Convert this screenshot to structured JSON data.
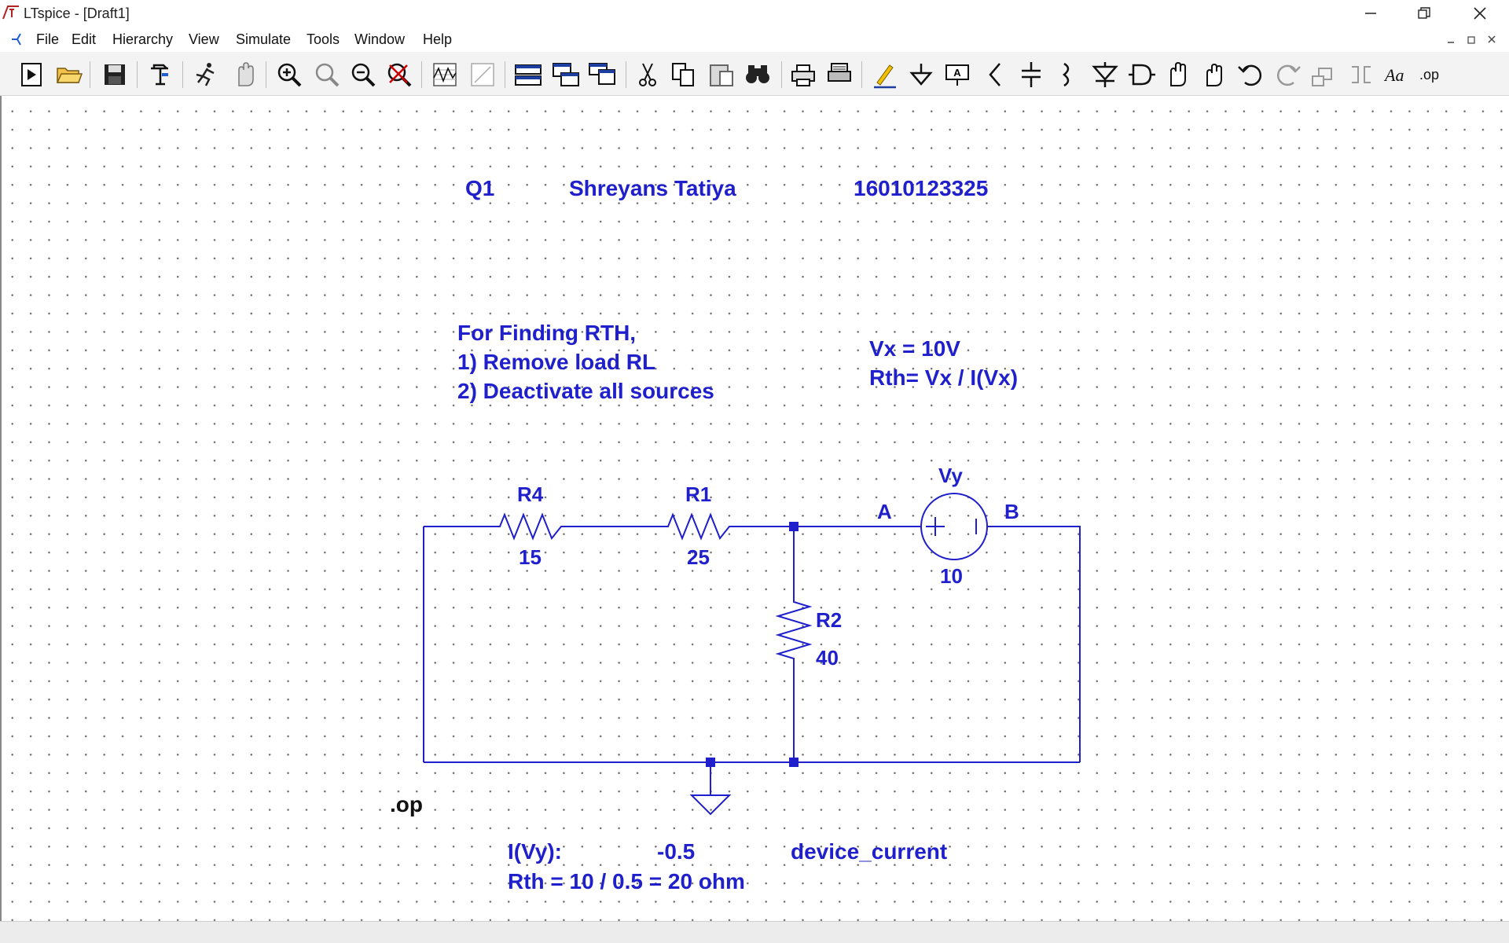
{
  "window": {
    "title": "LTspice - [Draft1]"
  },
  "menu": {
    "items": [
      "File",
      "Edit",
      "Hierarchy",
      "View",
      "Simulate",
      "Tools",
      "Window",
      "Help"
    ]
  },
  "toolbar": {
    "icons": [
      "new-schematic-icon",
      "open-icon",
      "save-icon",
      "control-panel-icon",
      "run-icon",
      "halt-icon",
      "zoom-in-icon",
      "zoom-fit-icon",
      "zoom-out-icon",
      "zoom-cancel-icon",
      "waveform-icon",
      "autorange-icon",
      "tile-horizontal-icon",
      "cascade-icon",
      "tile-vertical-icon",
      "cut-icon",
      "copy-icon",
      "paste-icon",
      "find-icon",
      "print-icon",
      "print-setup-icon",
      "draw-wire-icon",
      "ground-icon",
      "label-net-icon",
      "resistor-icon",
      "capacitor-icon",
      "inductor-icon",
      "diode-icon",
      "component-icon",
      "move-icon",
      "drag-icon",
      "undo-icon",
      "redo-icon",
      "rotate-icon",
      "mirror-icon",
      "text-icon",
      "spice-directive-icon"
    ]
  },
  "colors": {
    "schematic_ink": "#1f1fcc",
    "directive_ink": "#111111",
    "grid_dot": "#6e6e6e"
  },
  "schematic": {
    "header": {
      "question": "Q1",
      "name": "Shreyans Tatiya",
      "roll": "16010123325"
    },
    "notes": {
      "line1": "For Finding RTH,",
      "line2": "1) Remove load RL",
      "line3": "2) Deactivate all sources"
    },
    "formula": {
      "line1": "Vx = 10V",
      "line2": "Rth= Vx / I(Vx)"
    },
    "components": {
      "r4": {
        "name": "R4",
        "value": "15"
      },
      "r1": {
        "name": "R1",
        "value": "25"
      },
      "r2": {
        "name": "R2",
        "value": "40"
      },
      "vy": {
        "name": "Vy",
        "value": "10"
      }
    },
    "nodes": {
      "a": "A",
      "b": "B"
    },
    "directive": ".op",
    "results": {
      "label": "I(Vy):",
      "value": "-0.5",
      "type": "device_current",
      "rth": "Rth  = 10 / 0.5 = 20 ohm"
    }
  }
}
